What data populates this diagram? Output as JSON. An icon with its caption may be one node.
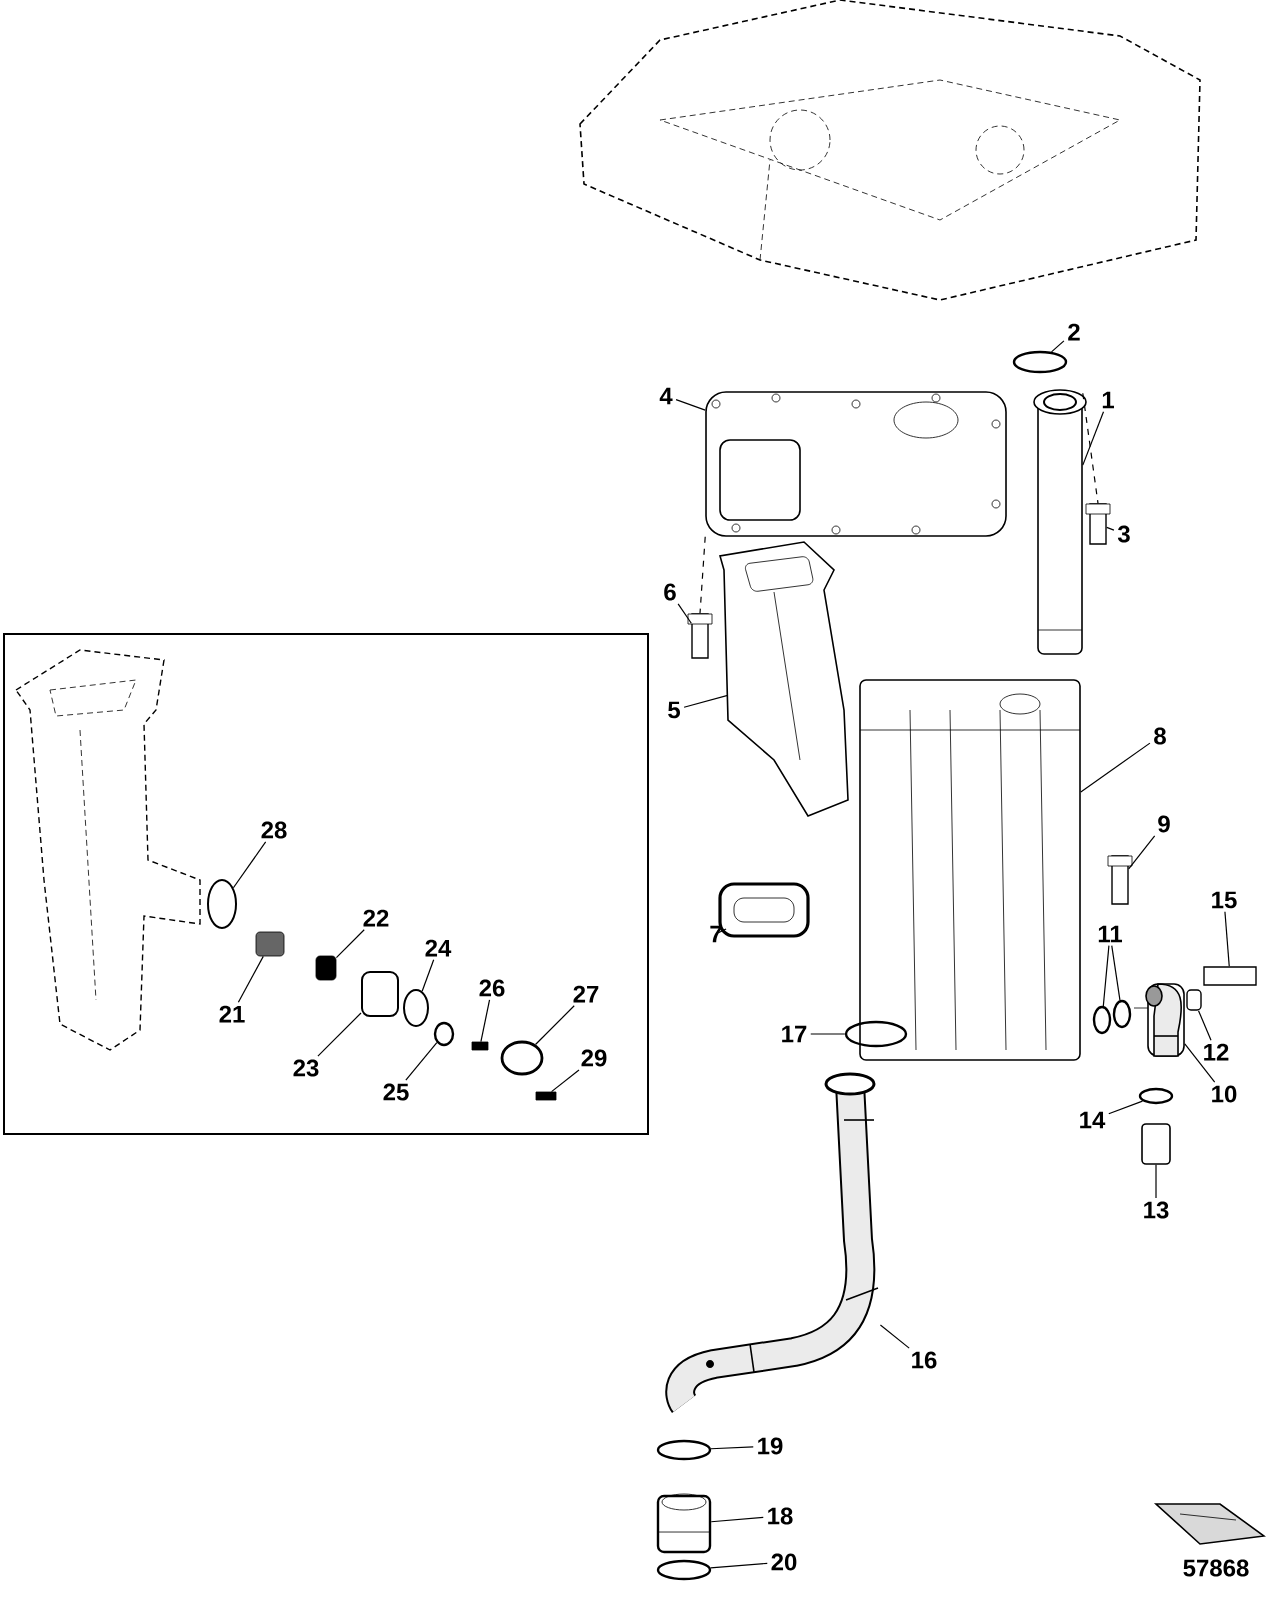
{
  "diagram": {
    "nodes": [
      {
        "text": [],
        "shape": "box"
      },
      {
        "text": [
          "21"
        ],
        "in": 0
      },
      {
        "text": [
          "22"
        ],
        "in": 0
      },
      {
        "text": [
          "23"
        ],
        "in": 0
      },
      {
        "text": [
          "24"
        ],
        "in": 0
      },
      {
        "text": [
          "25"
        ],
        "in": 0
      },
      {
        "text": [
          "26"
        ],
        "in": 0
      },
      {
        "text": [
          "27"
        ],
        "in": 0
      },
      {
        "text": [
          "28"
        ],
        "in": 0
      },
      {
        "text": [
          "29"
        ],
        "in": 0
      },
      {
        "text": [],
        "shape": "box",
        "in": 0
      },
      {
        "text": [],
        "shape": "box",
        "in": 0
      },
      {
        "text": [],
        "shape": "box",
        "in": 0
      },
      {
        "text": [],
        "shape": "circle",
        "in": 0
      },
      {
        "text": [],
        "shape": "circle",
        "in": 0
      },
      {
        "text": [],
        "shape": "bar",
        "in": 0
      },
      {
        "text": [],
        "shape": "circle",
        "in": 0
      },
      {
        "text": [],
        "shape": "circle",
        "in": 0
      },
      {
        "text": [],
        "shape": "bar",
        "in": 0
      },
      {
        "text": [
          "1"
        ]
      },
      {
        "text": [
          "2"
        ]
      },
      {
        "text": [
          "3"
        ]
      },
      {
        "text": [
          "4"
        ]
      },
      {
        "text": [
          "5"
        ]
      },
      {
        "text": [
          "6"
        ]
      },
      {
        "text": [
          "7"
        ]
      },
      {
        "text": [
          "8"
        ]
      },
      {
        "text": [
          "9"
        ]
      },
      {
        "text": [
          "10"
        ]
      },
      {
        "text": [
          "11"
        ]
      },
      {
        "text": [
          "12"
        ]
      },
      {
        "text": [
          "13"
        ]
      },
      {
        "text": [
          "14"
        ]
      },
      {
        "text": [
          "15"
        ]
      },
      {
        "text": [
          "16"
        ]
      },
      {
        "text": [
          "17"
        ]
      },
      {
        "text": [
          "18"
        ]
      },
      {
        "text": [
          "19"
        ]
      },
      {
        "text": [
          "20"
        ]
      },
      {
        "text": [],
        "shape": "picture"
      },
      {
        "text": [],
        "shape": "circle"
      },
      {
        "text": [],
        "shape": "bar"
      },
      {
        "text": [],
        "shape": "picture"
      },
      {
        "text": [],
        "shape": "picture"
      },
      {
        "text": [],
        "shape": "bar"
      },
      {
        "text": [],
        "shape": "picture"
      },
      {
        "text": [],
        "shape": "picture"
      },
      {
        "text": [],
        "shape": "bar"
      },
      {
        "text": [],
        "shape": "picture"
      },
      {
        "text": [],
        "shape": "circle"
      },
      {
        "text": [],
        "shape": "circle"
      },
      {
        "text": [],
        "shape": "box"
      },
      {
        "text": [],
        "shape": "box"
      },
      {
        "text": [],
        "shape": "circle"
      },
      {
        "text": [],
        "shape": "bar"
      },
      {
        "text": [],
        "shape": "picture"
      },
      {
        "text": [],
        "shape": "circle"
      },
      {
        "text": [],
        "shape": "picture"
      },
      {
        "text": [],
        "shape": "circle"
      },
      {
        "text": [],
        "shape": "circle"
      }
    ],
    "edges": [
      {
        "from": 1,
        "to": 10,
        "arrow": "none"
      },
      {
        "from": 2,
        "to": 11,
        "arrow": "none"
      },
      {
        "from": 3,
        "to": 12,
        "arrow": "none"
      },
      {
        "from": 4,
        "to": 13,
        "arrow": "none"
      },
      {
        "from": 5,
        "to": 14,
        "arrow": "none"
      },
      {
        "from": 6,
        "to": 15,
        "arrow": "none"
      },
      {
        "from": 7,
        "to": 16,
        "arrow": "none"
      },
      {
        "from": 8,
        "to": 17,
        "arrow": "none"
      },
      {
        "from": 9,
        "to": 18,
        "arrow": "none"
      },
      {
        "from": 19,
        "to": 39,
        "arrow": "none"
      },
      {
        "from": 20,
        "to": 40,
        "arrow": "none"
      },
      {
        "from": 21,
        "to": 41,
        "arrow": "none"
      },
      {
        "from": 22,
        "to": 42,
        "arrow": "none"
      },
      {
        "from": 23,
        "to": 43,
        "arrow": "none"
      },
      {
        "from": 24,
        "to": 44,
        "arrow": "none"
      },
      {
        "from": 25,
        "to": 45,
        "arrow": "none"
      },
      {
        "from": 26,
        "to": 46,
        "arrow": "none"
      },
      {
        "from": 27,
        "to": 47,
        "arrow": "none"
      },
      {
        "from": 28,
        "to": 48,
        "arrow": "none"
      },
      {
        "from": 29,
        "to": 49,
        "arrow": "none"
      },
      {
        "from": 29,
        "to": 50,
        "arrow": "none"
      },
      {
        "from": 30,
        "to": 51,
        "arrow": "none"
      },
      {
        "from": 31,
        "to": 52,
        "arrow": "none"
      },
      {
        "from": 32,
        "to": 53,
        "arrow": "none"
      },
      {
        "from": 33,
        "to": 54,
        "arrow": "none"
      },
      {
        "from": 34,
        "to": 55,
        "arrow": "none"
      },
      {
        "from": 35,
        "to": 56,
        "arrow": "none"
      },
      {
        "from": 36,
        "to": 57,
        "arrow": "none"
      },
      {
        "from": 37,
        "to": 58,
        "arrow": "none"
      },
      {
        "from": 38,
        "to": 59,
        "arrow": "none"
      },
      {
        "from": 39,
        "to": 41,
        "arrow": "none",
        "style": "dashed"
      },
      {
        "from": 42,
        "to": 44,
        "arrow": "none",
        "style": "dashed"
      }
    ],
    "labels": [
      "57868"
    ]
  }
}
